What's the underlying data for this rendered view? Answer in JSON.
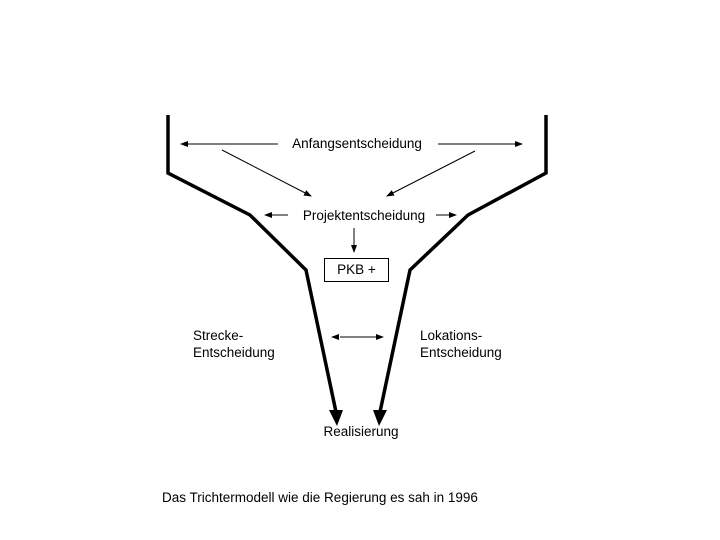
{
  "labels": {
    "anfang": "Anfangsentscheidung",
    "projekt": "Projektentscheidung",
    "pkb": "PKB +",
    "strecke_1": "Strecke-",
    "strecke_2": "Entscheidung",
    "lokation_1": "Lokations-",
    "lokation_2": "Entscheidung",
    "realisierung": "Realisierung"
  },
  "caption": "Das Trichtermodell wie die Regierung es sah in 1996"
}
